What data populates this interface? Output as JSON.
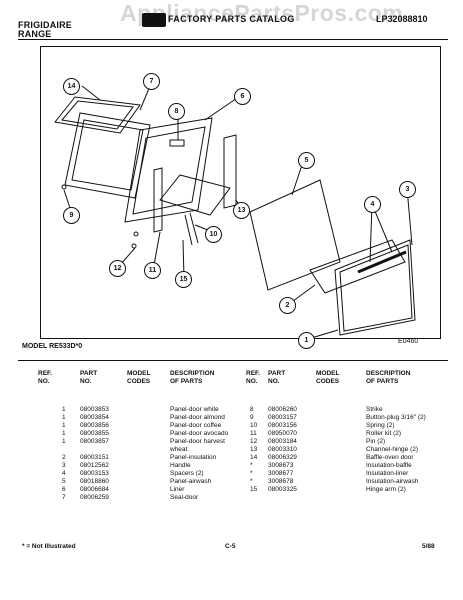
{
  "header": {
    "brand": "FRIGIDAIRE",
    "appliance": "RANGE",
    "catalog": "FACTORY PARTS CATALOG",
    "catalog_number": "LP32088810"
  },
  "watermark": "AppliancePartsPros.com",
  "diagram": {
    "code": "E0460",
    "callouts": [
      "14",
      "7",
      "8",
      "6",
      "5",
      "3",
      "4",
      "9",
      "13",
      "10",
      "12",
      "11",
      "15",
      "2",
      "1"
    ]
  },
  "model_label": "MODEL RE533D*0",
  "table": {
    "headers": {
      "ref": [
        "REF.",
        "NO."
      ],
      "part": [
        "PART",
        "NO."
      ],
      "model": [
        "MODEL",
        "CODES"
      ],
      "desc": [
        "DESCRIPTION",
        "OF PARTS"
      ]
    },
    "left": {
      "ref": [
        "1",
        "1",
        "1",
        "1",
        "1",
        "",
        "2",
        "3",
        "4",
        "5",
        "6",
        "7"
      ],
      "part": [
        "08003853",
        "08003854",
        "08003856",
        "08003855",
        "08003857",
        "",
        "08003151",
        "08012562",
        "08003153",
        "08018860",
        "08006684",
        "08006259"
      ],
      "desc": [
        "Panel-door white",
        "Panel-door almond",
        "Panel-door coffee",
        "Panel-door avocado",
        "Panel-door harvest",
        "wheat",
        "Panel-insulation",
        "Handle",
        "Spacers (2)",
        "Panel-airwash",
        "Liner",
        "Seal-door"
      ]
    },
    "right": {
      "ref": [
        "8",
        "9",
        "10",
        "11",
        "12",
        "13",
        "14",
        "*",
        "*",
        "*",
        "15"
      ],
      "part": [
        "08006260",
        "08003157",
        "08003156",
        "08950070",
        "08003184",
        "08003310",
        "08006329",
        "3008673",
        "3008677",
        "3008678",
        "08003325"
      ],
      "desc": [
        "Strike",
        "Button-plug 3/16\" (2)",
        "Spring (2)",
        "Roller kit (2)",
        "Pin (2)",
        "Channel-hinge (2)",
        "Baffle-oven door",
        "Insulation-baffle",
        "Insulation-liner",
        "Insulation-airwash",
        "Hinge arm (2)"
      ]
    }
  },
  "footer": {
    "note": "* = Not Illustrated",
    "page": "C-5",
    "date": "5/88"
  }
}
